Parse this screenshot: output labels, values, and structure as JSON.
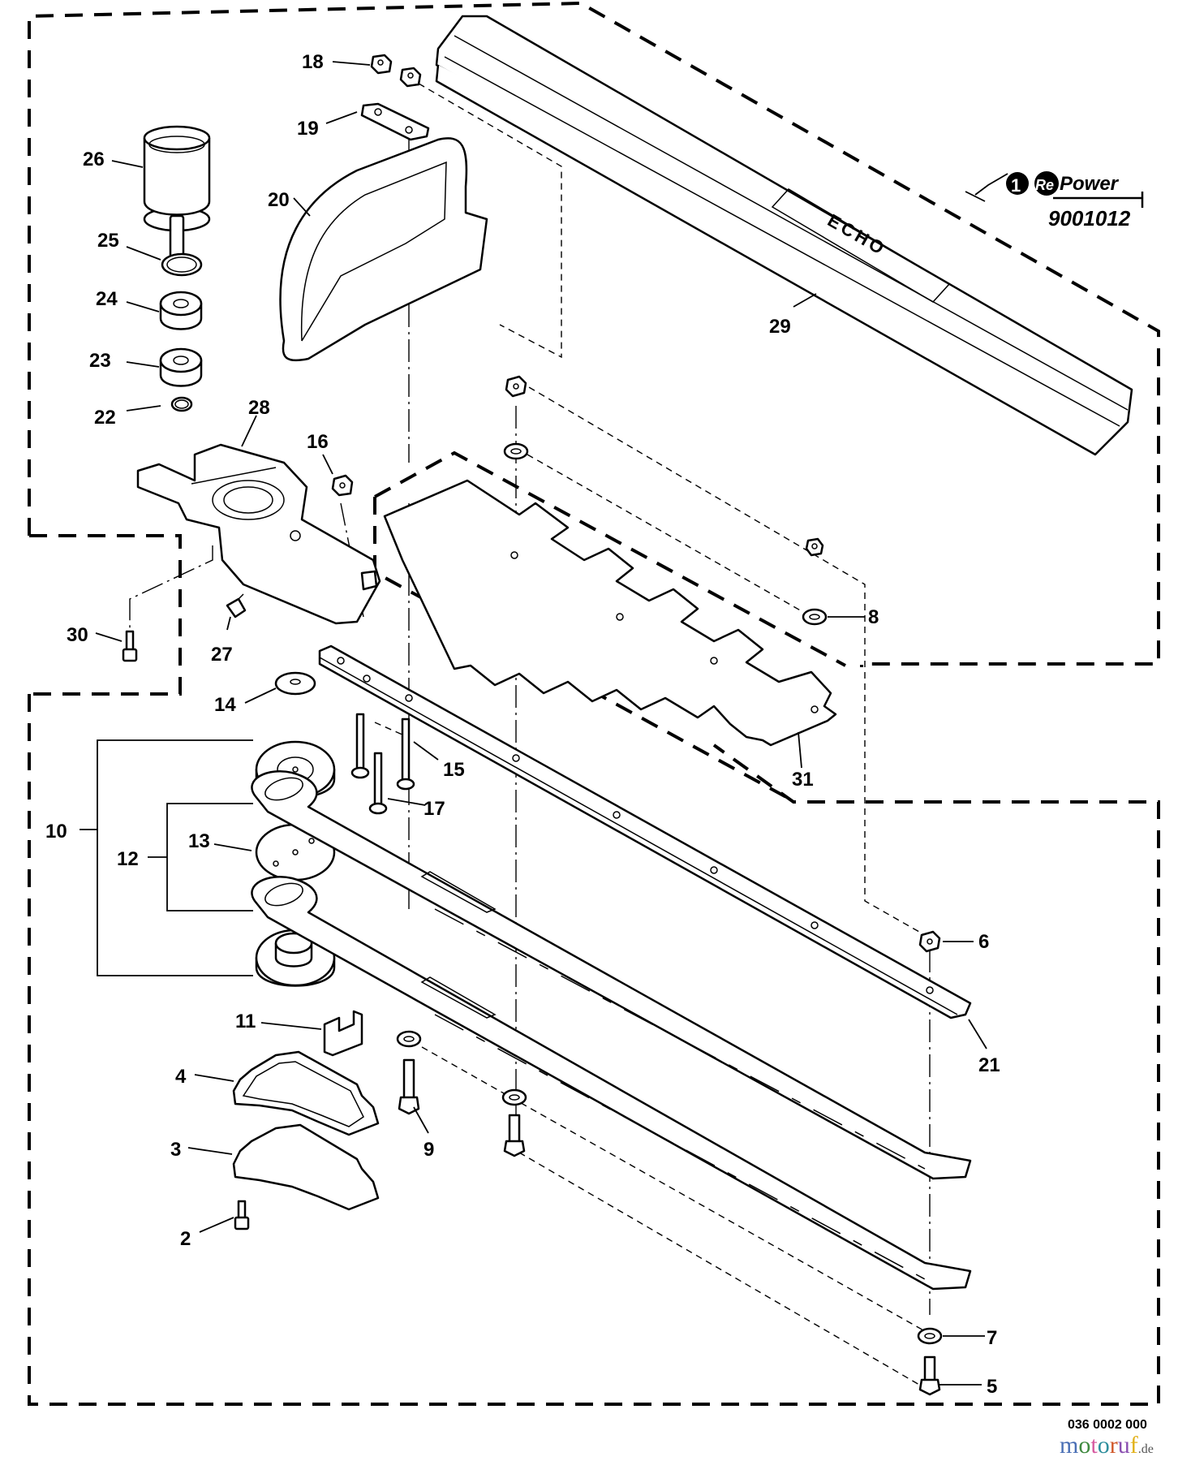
{
  "diagram": {
    "title": "Hedge trimmer attachment — cutter bar assembly exploded view",
    "drawing_number": "036 0002 000",
    "watermark": {
      "letters": [
        {
          "char": "m",
          "color": "#4a6fb5"
        },
        {
          "char": "o",
          "color": "#3f8a3f"
        },
        {
          "char": "t",
          "color": "#d65aa0"
        },
        {
          "char": "o",
          "color": "#2f8f9d"
        },
        {
          "char": "r",
          "color": "#d0582a"
        },
        {
          "char": "u",
          "color": "#8a4fb0"
        },
        {
          "char": "f",
          "color": "#e2b21c"
        }
      ],
      "suffix": ".de"
    },
    "kit": {
      "callout": "1",
      "brand_re": "Re",
      "brand_power": "Power",
      "part_number": "9001012"
    },
    "brand_on_blade_guard": "ECHO",
    "callouts": [
      {
        "id": "2",
        "part": "screw"
      },
      {
        "id": "3",
        "part": "gasket"
      },
      {
        "id": "4",
        "part": "gasket plate"
      },
      {
        "id": "5",
        "part": "bolt"
      },
      {
        "id": "6",
        "part": "nut"
      },
      {
        "id": "7",
        "part": "washer"
      },
      {
        "id": "8",
        "part": "washer"
      },
      {
        "id": "9",
        "part": "bolt"
      },
      {
        "id": "10",
        "part": "gear assembly"
      },
      {
        "id": "11",
        "part": "clip"
      },
      {
        "id": "12",
        "part": "connecting rod pair"
      },
      {
        "id": "13",
        "part": "plate"
      },
      {
        "id": "14",
        "part": "washer"
      },
      {
        "id": "15",
        "part": "screw"
      },
      {
        "id": "16",
        "part": "nut"
      },
      {
        "id": "17",
        "part": "screw"
      },
      {
        "id": "18",
        "part": "nut"
      },
      {
        "id": "19",
        "part": "plate"
      },
      {
        "id": "20",
        "part": "handle"
      },
      {
        "id": "21",
        "part": "guide bar"
      },
      {
        "id": "22",
        "part": "snap ring"
      },
      {
        "id": "23",
        "part": "ball bearing"
      },
      {
        "id": "24",
        "part": "ball bearing"
      },
      {
        "id": "25",
        "part": "internal snap ring"
      },
      {
        "id": "26",
        "part": "pinion gear"
      },
      {
        "id": "27",
        "part": "grease fitting"
      },
      {
        "id": "28",
        "part": "gear case"
      },
      {
        "id": "29",
        "part": "blade guard"
      },
      {
        "id": "30",
        "part": "bolt"
      },
      {
        "id": "31",
        "part": "guard plate"
      }
    ]
  }
}
